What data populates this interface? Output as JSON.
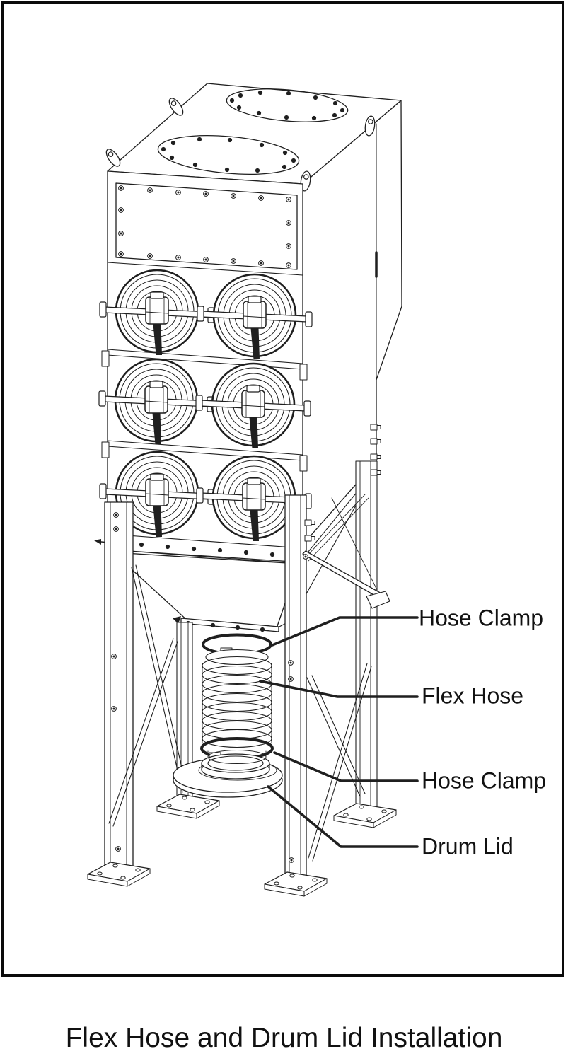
{
  "figure": {
    "caption": "Flex Hose and Drum Lid Installation",
    "callouts": [
      {
        "label": "Hose Clamp"
      },
      {
        "label": "Flex Hose"
      },
      {
        "label": "Hose Clamp"
      },
      {
        "label": "Drum Lid"
      }
    ]
  },
  "colors": {
    "background": "#ffffff",
    "line": "#1f1f1f",
    "frame": "#0a0a0a",
    "label_text": "#111111"
  }
}
